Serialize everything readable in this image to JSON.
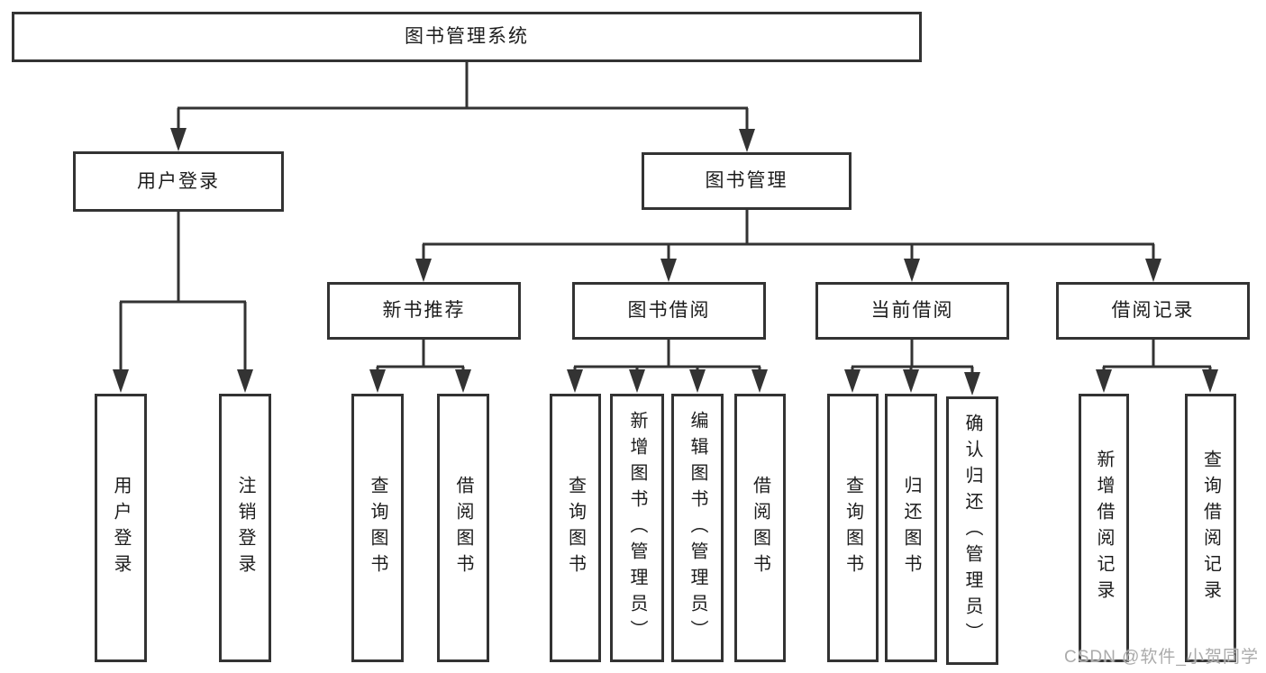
{
  "diagram_type": "hierarchy-tree",
  "colors": {
    "line": "#333333",
    "box_border": "#333333",
    "box_fill": "#ffffff",
    "text": "#1c1c1c",
    "watermark": "#ababab",
    "background": "#ffffff"
  },
  "hierarchy": {
    "label": "图书管理系统",
    "children": [
      {
        "label": "用户登录",
        "children": [
          {
            "label": "用户登录"
          },
          {
            "label": "注销登录"
          }
        ]
      },
      {
        "label": "图书管理",
        "children": [
          {
            "label": "新书推荐",
            "children": [
              {
                "label": "查询图书"
              },
              {
                "label": "借阅图书"
              }
            ]
          },
          {
            "label": "图书借阅",
            "children": [
              {
                "label": "查询图书"
              },
              {
                "label": "新增图书（管理员）"
              },
              {
                "label": "编辑图书（管理员）"
              },
              {
                "label": "借阅图书"
              }
            ]
          },
          {
            "label": "当前借阅",
            "children": [
              {
                "label": "查询图书"
              },
              {
                "label": "归还图书"
              },
              {
                "label": "确认归还（管理员）"
              }
            ]
          },
          {
            "label": "借阅记录",
            "children": [
              {
                "label": "新增借阅记录"
              },
              {
                "label": "查询借阅记录"
              }
            ]
          }
        ]
      }
    ]
  },
  "watermark": {
    "text": "CSDN @软件_小贺同学"
  }
}
